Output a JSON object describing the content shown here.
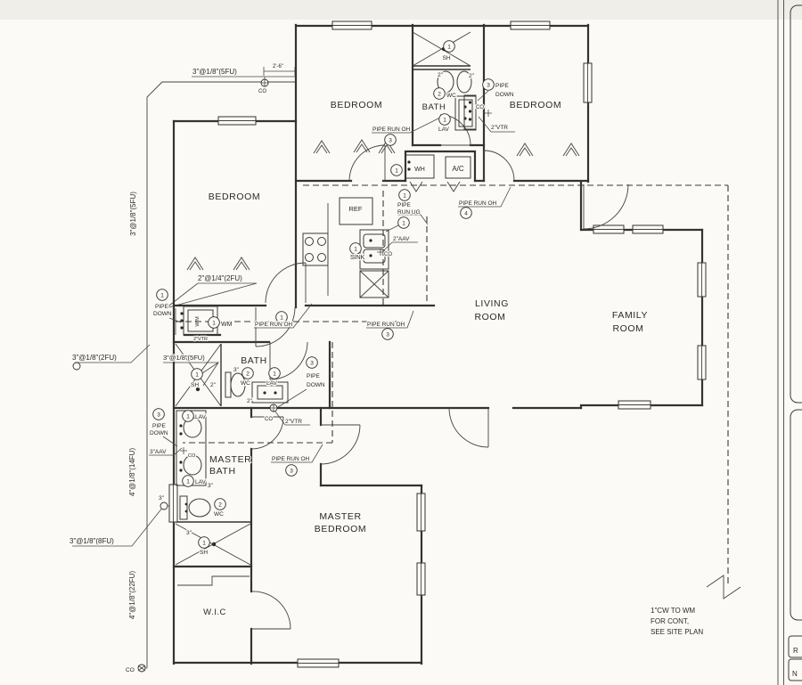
{
  "title": "plumbing-floor-plan",
  "colors": {
    "ink": "#2e2d2a",
    "paper": "#fbfaf6",
    "band": "#efeee8"
  },
  "rooms": {
    "bedroom1": "BEDROOM",
    "bedroom2": "BEDROOM",
    "bedroom3": "BEDROOM",
    "bath1": "BATH",
    "bath2": "BATH",
    "master_bath1": "MASTER",
    "master_bath2": "BATH",
    "living1": "LIVING",
    "living2": "ROOM",
    "family1": "FAMILY",
    "family2": "ROOM",
    "master1": "MASTER",
    "master2": "BEDROOM",
    "wic": "W.I.C"
  },
  "fixtures": {
    "lav": "LAV",
    "wc": "WC",
    "sh": "SH",
    "sink": "SINK",
    "wm": "WM",
    "wm_rot": "W/M",
    "wh": "WH",
    "ac": "A/C",
    "ref": "REF"
  },
  "plumbing": {
    "co": "CO",
    "vtr2": "2\"VTR",
    "aav2": "2\"AAV",
    "aav3": "3\"AAV",
    "d2": "2\"",
    "d3": "3\"",
    "pipe": "PIPE",
    "down": "DOWN",
    "run_oh": "PIPE RUN OH",
    "run_ug": "RUN UG"
  },
  "risers": {
    "top": "3\"@1/8\"(5FU)",
    "left_upper_vert": "3\"@1/8\"(5FU)",
    "laundry": "2\"@1/4\"(2FU)",
    "left_mid": "3\"@1/8\"(2FU)",
    "bath_mid": "3\"@1/8\"(5FU)",
    "left_14": "4\"@1/8\"(14FU)",
    "left_8": "3\"@1/8\"(8FU)",
    "left_22": "4\"@1/8\"(22FU)"
  },
  "tags": {
    "n1": "1",
    "n2": "2",
    "n3": "3",
    "n4": "4"
  },
  "dims": {
    "w": "2'-6\""
  },
  "note": {
    "l1": "1\"CW TO WM",
    "l2": "FOR CONT,",
    "l3": "SEE SITE PLAN"
  },
  "sidebar": {
    "r1": "R",
    "r2": "N"
  }
}
